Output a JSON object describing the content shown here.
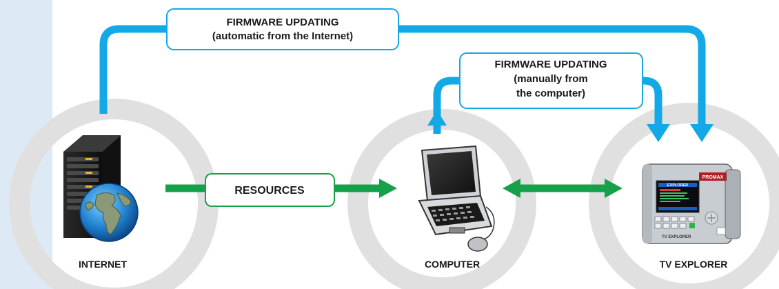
{
  "labels": {
    "fw_auto_line1": "FIRMWARE UPDATING",
    "fw_auto_line2": "(automatic from the Internet)",
    "fw_manual_line1": "FIRMWARE UPDATING",
    "fw_manual_line2": "(manually from",
    "fw_manual_line3": "the computer)",
    "resources": "RESOURCES"
  },
  "nodes": {
    "internet": "INTERNET",
    "computer": "COMPUTER",
    "tv_explorer": "TV EXPLORER"
  },
  "device": {
    "screen_title": "EXPLORER",
    "brand": "PROMAX",
    "model": "TV EXPLORER"
  },
  "colors": {
    "sidebar": "#dde9f4",
    "ring": "#e0e0e0",
    "update_arrow": "#12a9e6",
    "resource_arrow": "#16a04a",
    "update_box_border": "#12a9e6",
    "resource_box_border": "#16a04a"
  },
  "icons": {
    "internet": "server-with-globe-icon",
    "computer": "laptop-with-mouse-icon",
    "tv_explorer": "tv-explorer-meter-icon"
  }
}
